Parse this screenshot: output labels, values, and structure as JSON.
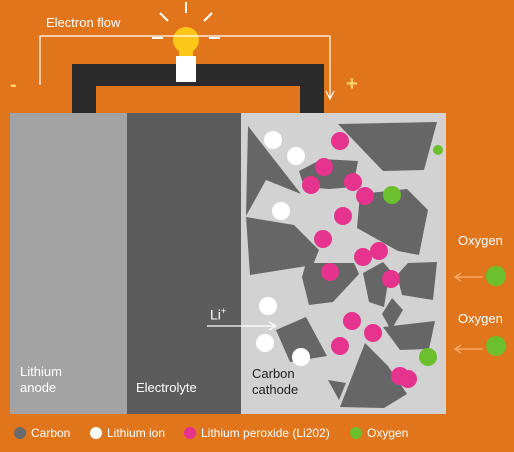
{
  "labels": {
    "electron_flow": "Electron flow",
    "minus": "-",
    "plus": "+",
    "li_ion": "Li",
    "li_ion_sup": "+",
    "anode_line1": "Lithium",
    "anode_line2": "anode",
    "electrolyte": "Electrolyte",
    "cathode_line1": "Carbon",
    "cathode_line2": "cathode",
    "oxygen_top": "Oxygen",
    "oxygen_bottom": "Oxygen"
  },
  "legend": [
    {
      "name": "carbon",
      "label": "Carbon",
      "color": "#6b6b6b"
    },
    {
      "name": "lithium-ion",
      "label": "Lithium ion",
      "color": "#ffffff"
    },
    {
      "name": "lithium-peroxide",
      "label": "Lithium peroxide (Li202)",
      "color": "#e6338e"
    },
    {
      "name": "oxygen",
      "label": "Oxygen",
      "color": "#6cc02d"
    }
  ],
  "colors": {
    "background": "#e0751c",
    "anode": "#a3a3a3",
    "electrolyte": "#5c5c5c",
    "cathode_bg": "#d2d2d2",
    "carbon": "#666666",
    "wire": "#2b2b2b",
    "bulb": "#ffc61a"
  }
}
